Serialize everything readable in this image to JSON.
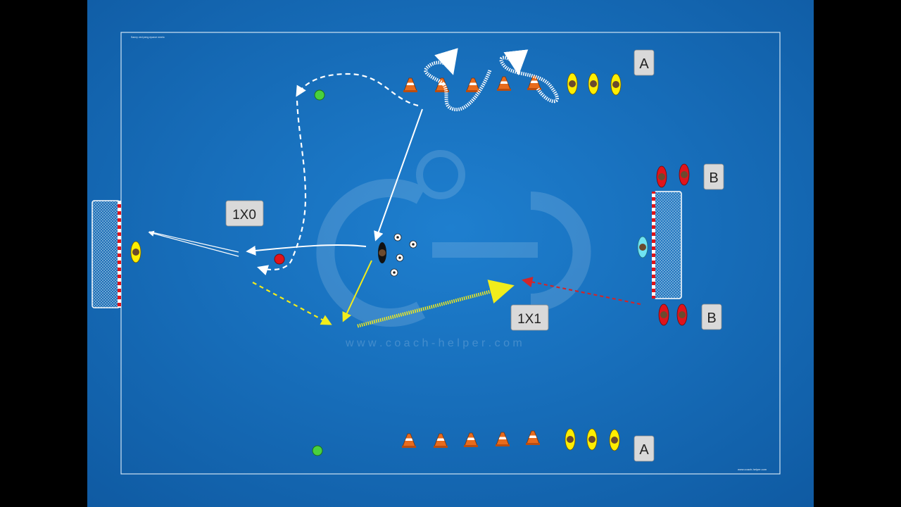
{
  "colors": {
    "field": "#1a72bf",
    "field_dark": "#0f5aa2",
    "line": "#ffffff",
    "label_bg": "#d9d9d9",
    "yellow_player": "#ffee00",
    "red_player": "#e0141b",
    "keeper": "#6fe3f2",
    "cone": "#e86b1c",
    "green_marker": "#49d13d",
    "red_marker": "#e0141b",
    "yellow_arrow": "#f2ec1b",
    "red_arrow": "#d0262b"
  },
  "field": {
    "title_small": "Sanny ved peng eparoe nmelo",
    "footer_small": "www.coach-helper.com",
    "watermark_text": "w w w . c o a c h - h e l p e r . c o m"
  },
  "labels": {
    "group_a_top": "A",
    "group_a_bottom": "A",
    "group_b_top": "B",
    "group_b_bottom": "B",
    "drill_1x0": "1X0",
    "drill_1x1": "1X1"
  },
  "icons": {
    "cone": "traffic-cone-icon",
    "ball": "football-icon",
    "player": "player-topdown-icon",
    "goal": "goal-net-icon"
  }
}
